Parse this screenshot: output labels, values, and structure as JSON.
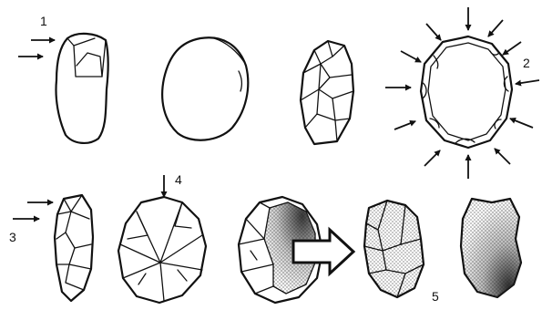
{
  "figure": {
    "labels": {
      "step1": "1",
      "step2": "2",
      "step3": "3",
      "step4": "4",
      "step5": "5"
    },
    "colors": {
      "ink": "#111111",
      "paper": "#ffffff",
      "stipple": "#555555",
      "shade_dark": "#222222"
    }
  }
}
